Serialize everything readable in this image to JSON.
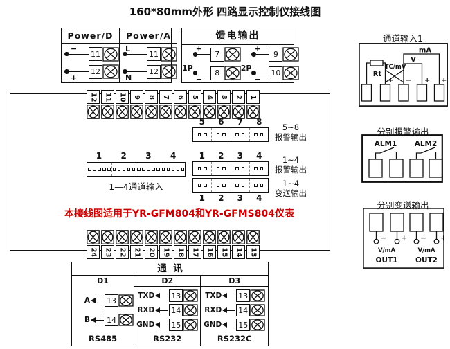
{
  "colors": {
    "line": "#111111",
    "note_red": "#cc0000",
    "background": "#ffffff"
  },
  "title": "160*80mm外形 四路显示控制仪接线图",
  "power": {
    "col_d": {
      "title": "Power/D",
      "rows": [
        {
          "sign": "−",
          "num": "11"
        },
        {
          "sign": "+",
          "num": "12"
        }
      ]
    },
    "col_a": {
      "title": "Power/A",
      "rows": [
        {
          "sign": "L",
          "num": "11"
        },
        {
          "sign": "N",
          "num": "12"
        }
      ]
    }
  },
  "feed": {
    "title": "馈电输出",
    "groups": [
      {
        "label": "1P",
        "rows": [
          {
            "sign": "+",
            "num": "7"
          },
          {
            "sign": "−",
            "num": "8"
          }
        ]
      },
      {
        "label": "2P",
        "rows": [
          {
            "sign": "+",
            "num": "9"
          },
          {
            "sign": "−",
            "num": "10"
          }
        ]
      }
    ]
  },
  "strips": {
    "top": [
      "12",
      "11",
      "10",
      "9",
      "8",
      "7",
      "6",
      "5",
      "4",
      "3",
      "2",
      "1"
    ],
    "bottom": [
      "24",
      "23",
      "22",
      "21",
      "20",
      "19",
      "18",
      "17",
      "16",
      "15",
      "14",
      "13"
    ]
  },
  "connectors": {
    "alarm58": {
      "numbers": [
        "5",
        "6",
        "7",
        "8"
      ],
      "label_line1": "5~8",
      "label_line2": "报警输出"
    },
    "alarm14": {
      "numbers": [
        "1",
        "2",
        "3",
        "4"
      ],
      "label_line1": "1~4",
      "label_line2": "报警输出"
    },
    "trans14": {
      "numbers": [
        "1",
        "2",
        "3",
        "4"
      ],
      "label_line1": "1~4",
      "label_line2": "变送输出"
    },
    "channel": {
      "numbers": [
        "1",
        "2",
        "3",
        "4"
      ],
      "label": "1—4通道输入"
    }
  },
  "note": "本接线图适用于YR-GFM804和YR-GFMS804仪表",
  "channel_input": {
    "title": "通道输入1",
    "rt": "Rt",
    "tc": "TC/mV",
    "v": "V",
    "ma": "mA",
    "signs": [
      "+",
      "−",
      "+",
      "+"
    ]
  },
  "alarm_out": {
    "title": "分别报警输出",
    "alm1": "ALM1",
    "alm2": "ALM2"
  },
  "trans_out": {
    "title": "分别变送输出",
    "vma": "V/mA",
    "out1": "OUT1",
    "out2": "OUT2",
    "minus": "−",
    "plus": "+"
  },
  "comm": {
    "title": "通  讯",
    "columns": [
      {
        "header": "D1",
        "rows": [
          {
            "label": "A",
            "num": "13"
          },
          {
            "label": "B",
            "num": "14"
          }
        ],
        "footer": "RS485"
      },
      {
        "header": "D2",
        "rows": [
          {
            "label": "TXD",
            "num": "13"
          },
          {
            "label": "RXD",
            "num": "14"
          },
          {
            "label": "GND",
            "num": "15"
          }
        ],
        "footer": "RS232"
      },
      {
        "header": "D3",
        "rows": [
          {
            "label": "TXD",
            "num": "13"
          },
          {
            "label": "RXD",
            "num": "14"
          },
          {
            "label": "GND",
            "num": "15"
          }
        ],
        "footer": "RS232C"
      }
    ]
  }
}
